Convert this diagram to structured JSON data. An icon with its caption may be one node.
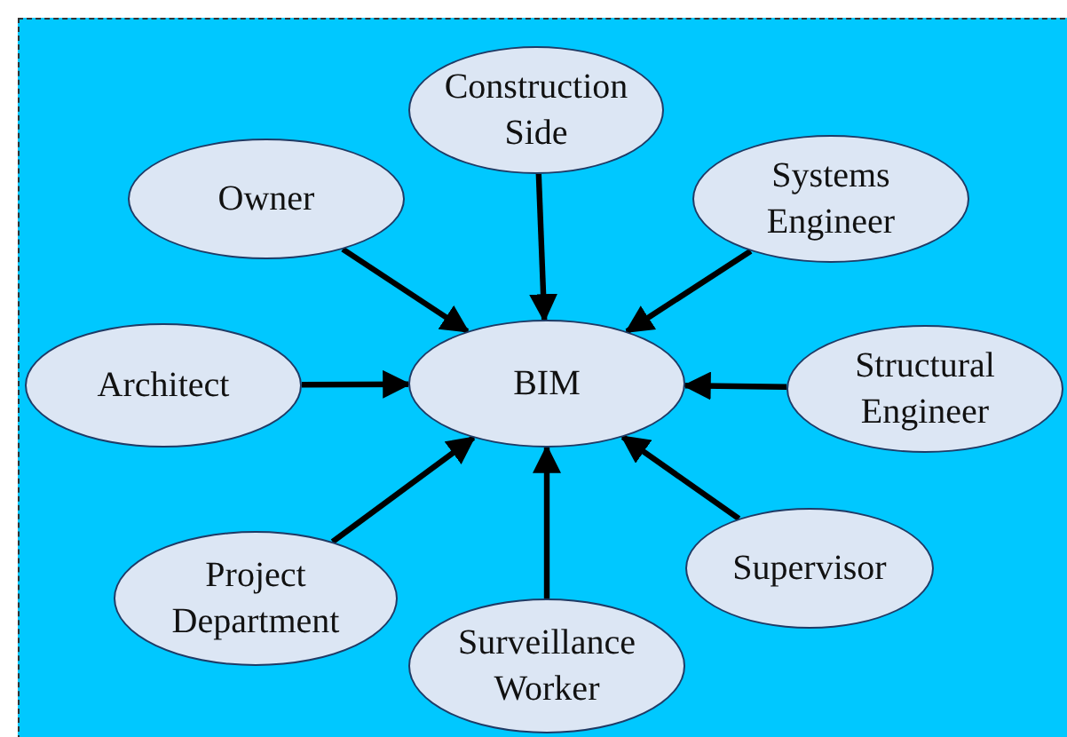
{
  "diagram": {
    "nodes": [
      {
        "text": [
          "Construction Side"
        ]
      },
      {
        "text": [
          "Owner"
        ]
      },
      {
        "text": [
          "Systems Engineer"
        ]
      },
      {
        "text": [
          "Architect"
        ]
      },
      {
        "text": [
          "BIM"
        ]
      },
      {
        "text": [
          "Structural Engineer"
        ]
      },
      {
        "text": [
          "Project Department"
        ]
      },
      {
        "text": [
          "Supervisor"
        ]
      },
      {
        "text": [
          "Surveillance Worker"
        ]
      }
    ],
    "edges": [
      {
        "from": 0,
        "to": 4,
        "arrow": "to"
      },
      {
        "from": 1,
        "to": 4,
        "arrow": "to"
      },
      {
        "from": 2,
        "to": 4,
        "arrow": "to"
      },
      {
        "from": 3,
        "to": 4,
        "arrow": "to"
      },
      {
        "from": 5,
        "to": 4,
        "arrow": "to"
      },
      {
        "from": 6,
        "to": 4,
        "arrow": "to"
      },
      {
        "from": 7,
        "to": 4,
        "arrow": "to"
      },
      {
        "from": 8,
        "to": 4,
        "arrow": "to"
      }
    ]
  }
}
